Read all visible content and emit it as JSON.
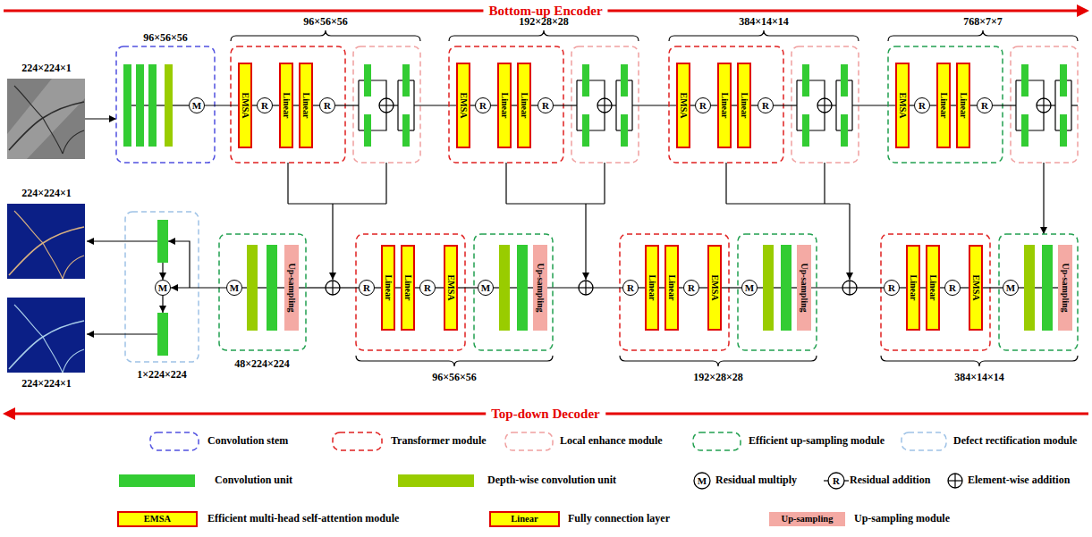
{
  "diagram": {
    "nodes": [
      {
        "text": [
          "M"
        ]
      },
      {
        "text": [
          "EMSA"
        ]
      },
      {
        "text": [
          "R"
        ]
      },
      {
        "text": [
          "Linear"
        ]
      },
      {
        "text": [
          "Linear"
        ]
      },
      {
        "text": [
          "R"
        ]
      },
      {
        "text": [
          "EMSA"
        ]
      },
      {
        "text": [
          "R"
        ]
      },
      {
        "text": [
          "Linear"
        ]
      },
      {
        "text": [
          "Linear"
        ]
      },
      {
        "text": [
          "R"
        ]
      },
      {
        "text": [
          "EMSA"
        ]
      },
      {
        "text": [
          "R"
        ]
      },
      {
        "text": [
          "Linear"
        ]
      },
      {
        "text": [
          "Linear"
        ]
      },
      {
        "text": [
          "R"
        ]
      },
      {
        "text": [
          "EMSA"
        ]
      },
      {
        "text": [
          "R"
        ]
      },
      {
        "text": [
          "Linear"
        ]
      },
      {
        "text": [
          "Linear"
        ]
      },
      {
        "text": [
          "R"
        ]
      },
      {
        "text": [
          "M"
        ]
      },
      {
        "text": [
          "M"
        ]
      },
      {
        "text": [
          "Up-sampling"
        ]
      },
      {
        "text": [
          "R"
        ]
      },
      {
        "text": [
          "Linear"
        ]
      },
      {
        "text": [
          "Linear"
        ]
      },
      {
        "text": [
          "R"
        ]
      },
      {
        "text": [
          "EMSA"
        ]
      },
      {
        "text": [
          "M"
        ]
      },
      {
        "text": [
          "Up-sampling"
        ]
      },
      {
        "text": [
          "R"
        ]
      },
      {
        "text": [
          "Linear"
        ]
      },
      {
        "text": [
          "Linear"
        ]
      },
      {
        "text": [
          "R"
        ]
      },
      {
        "text": [
          "EMSA"
        ]
      },
      {
        "text": [
          "M"
        ]
      },
      {
        "text": [
          "Up-sampling"
        ]
      },
      {
        "text": [
          "R"
        ]
      },
      {
        "text": [
          "Linear"
        ]
      },
      {
        "text": [
          "Linear"
        ]
      },
      {
        "text": [
          "R"
        ]
      },
      {
        "text": [
          "EMSA"
        ]
      },
      {
        "text": [
          "M"
        ]
      },
      {
        "text": [
          "Up-sampling"
        ]
      }
    ],
    "edges": [
      {
        "from": 0,
        "to": 1,
        "arrow": "none"
      },
      {
        "from": 1,
        "to": 2,
        "arrow": "none"
      },
      {
        "from": 2,
        "to": 3,
        "arrow": "none"
      },
      {
        "from": 3,
        "to": 4,
        "arrow": "none"
      },
      {
        "from": 4,
        "to": 5,
        "arrow": "none"
      },
      {
        "from": 6,
        "to": 7,
        "arrow": "none"
      },
      {
        "from": 7,
        "to": 8,
        "arrow": "none"
      },
      {
        "from": 8,
        "to": 9,
        "arrow": "none"
      },
      {
        "from": 9,
        "to": 10,
        "arrow": "none"
      },
      {
        "from": 11,
        "to": 12,
        "arrow": "none"
      },
      {
        "from": 12,
        "to": 13,
        "arrow": "none"
      },
      {
        "from": 13,
        "to": 14,
        "arrow": "none"
      },
      {
        "from": 14,
        "to": 15,
        "arrow": "none"
      },
      {
        "from": 16,
        "to": 17,
        "arrow": "none"
      },
      {
        "from": 17,
        "to": 18,
        "arrow": "none"
      },
      {
        "from": 18,
        "to": 19,
        "arrow": "none"
      },
      {
        "from": 19,
        "to": 20,
        "arrow": "none"
      },
      {
        "from": 22,
        "to": 21,
        "arrow": "to"
      },
      {
        "from": 29,
        "to": 28,
        "arrow": "none"
      },
      {
        "from": 28,
        "to": 27,
        "arrow": "none"
      },
      {
        "from": 27,
        "to": 26,
        "arrow": "none"
      },
      {
        "from": 26,
        "to": 25,
        "arrow": "none"
      },
      {
        "from": 25,
        "to": 24,
        "arrow": "none"
      },
      {
        "from": 36,
        "to": 35,
        "arrow": "none"
      },
      {
        "from": 35,
        "to": 34,
        "arrow": "none"
      },
      {
        "from": 34,
        "to": 33,
        "arrow": "none"
      },
      {
        "from": 33,
        "to": 32,
        "arrow": "none"
      },
      {
        "from": 32,
        "to": 31,
        "arrow": "none"
      },
      {
        "from": 43,
        "to": 42,
        "arrow": "none"
      },
      {
        "from": 42,
        "to": 41,
        "arrow": "none"
      },
      {
        "from": 41,
        "to": 40,
        "arrow": "none"
      },
      {
        "from": 40,
        "to": 39,
        "arrow": "none"
      },
      {
        "from": 39,
        "to": 38,
        "arrow": "none"
      }
    ],
    "labels": [
      "Bottom-up Encoder",
      "224×224×1",
      "96×56×56",
      "96×56×56",
      "192×28×28",
      "384×14×14",
      "768×7×7",
      "224×224×1",
      "48×224×224",
      "96×56×56",
      "192×28×28",
      "384×14×14",
      "224×224×1",
      "1×224×224",
      "Top-down Decoder",
      "M",
      "R",
      "EMSA",
      "Linear",
      "Up-sampling"
    ],
    "legend": [
      {
        "text": "Convolution stem"
      },
      {
        "text": "Transformer module"
      },
      {
        "text": "Local enhance module"
      },
      {
        "text": "Efficient up-sampling module"
      },
      {
        "text": "Defect rectification module"
      },
      {
        "text": "Convolution unit",
        "color": "#33cc33"
      },
      {
        "text": "Depth-wise convolution unit",
        "color": "#99cc00"
      },
      {
        "text": "Residual multiply"
      },
      {
        "text": "Residual addition"
      },
      {
        "text": "Element-wise addition"
      },
      {
        "text": "Efficient multi-head self-attention module"
      },
      {
        "text": "Fully connection layer"
      },
      {
        "text": "Up-sampling module"
      }
    ]
  }
}
